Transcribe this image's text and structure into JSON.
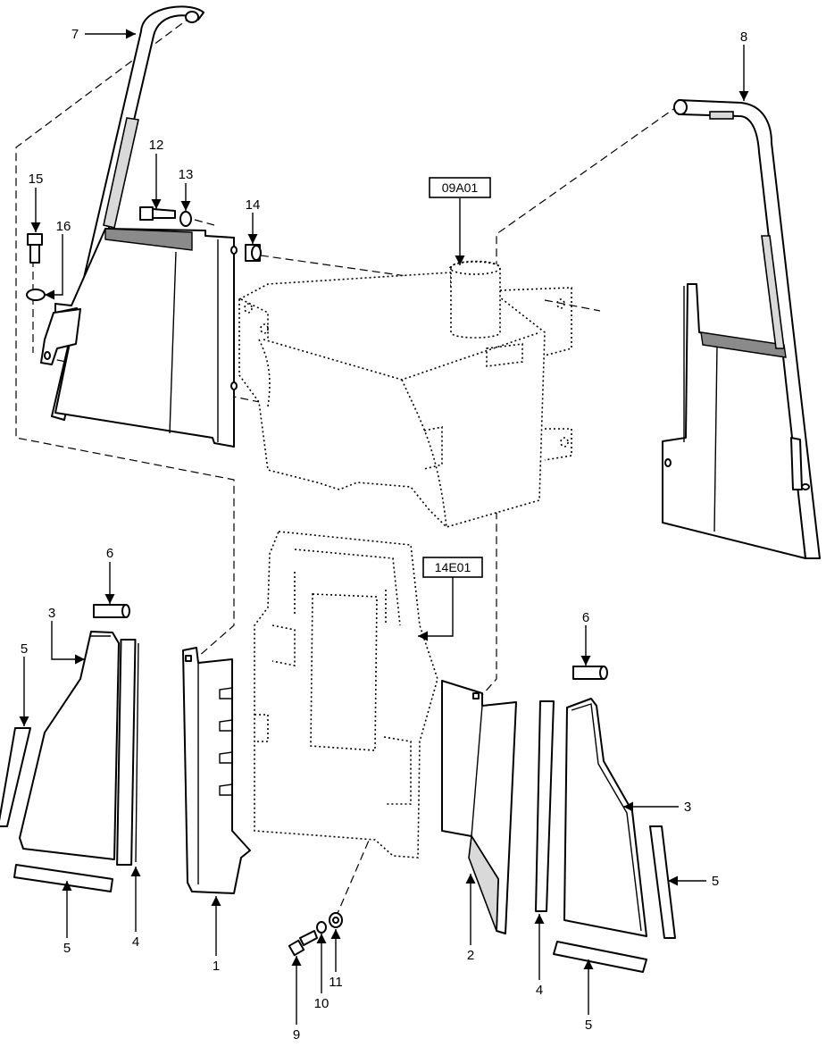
{
  "diagram": {
    "reference_labels": {
      "tank": "09A01",
      "plate": "14E01"
    },
    "callouts": {
      "c1": "1",
      "c2": "2",
      "c3_left": "3",
      "c3_right": "3",
      "c4_left": "4",
      "c4_right": "4",
      "c5_left_upper": "5",
      "c5_left_lower": "5",
      "c5_right_upper": "5",
      "c5_right_lower": "5",
      "c6_left": "6",
      "c6_right": "6",
      "c7": "7",
      "c8": "8",
      "c9": "9",
      "c10": "10",
      "c11": "11",
      "c12": "12",
      "c13": "13",
      "c14": "14",
      "c15": "15",
      "c16": "16"
    }
  }
}
